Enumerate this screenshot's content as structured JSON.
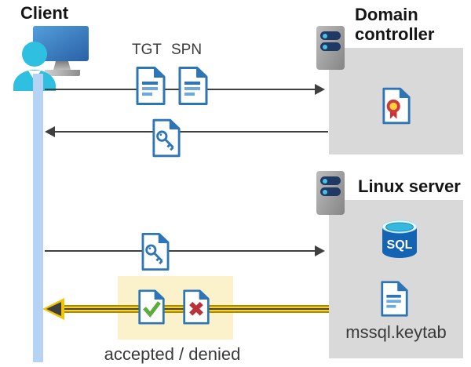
{
  "client": {
    "label": "Client"
  },
  "domain_controller": {
    "label": "Domain controller"
  },
  "linux_server": {
    "label": "Linux server",
    "sql_badge": "SQL",
    "keytab_label": "mssql.keytab"
  },
  "messages": {
    "tgt_label": "TGT",
    "spn_label": "SPN",
    "result_label": "accepted / denied"
  },
  "colors": {
    "doc_blue": "#2E75B6",
    "doc_line_light": "#6FA8DC",
    "arrow_gray": "#404040",
    "panel_gray": "#D9D9D9",
    "lifeline_blue": "#B6D3F3",
    "highlight_bg": "#FBF2CC",
    "highlight_yellow": "#FFD600",
    "person_cyan": "#2FBFE0",
    "server_navy": "#1F3864",
    "server_dot_cyan": "#47C2E5",
    "sql_blue": "#1464B4",
    "sql_top_cyan": "#36B7DE",
    "cert_seal_yellow": "#FFD23B",
    "cert_seal_red": "#C93336",
    "check_green": "#5CAC3C",
    "cross_red": "#B93238"
  }
}
